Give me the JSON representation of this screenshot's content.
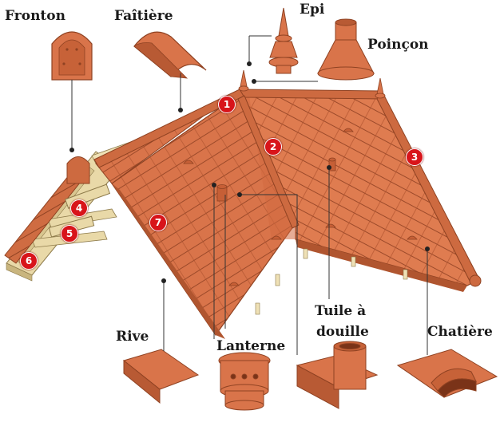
{
  "colors": {
    "tile": "#d9744a",
    "tile_dark": "#b85a34",
    "tile_light": "#e8936a",
    "wood": "#e9d9a8",
    "marker": "#d8141a",
    "leader": "#333333"
  },
  "labels": {
    "fronton": "Fronton",
    "faitiere": "Faîtière",
    "epi": "Epi",
    "poincon": "Poinçon",
    "rive": "Rive",
    "lanterne": "Lanterne",
    "tuile_a_douille_line1": "Tuile à",
    "tuile_a_douille_line2": "douille",
    "chatiere": "Chatière"
  },
  "markers": [
    "1",
    "2",
    "3",
    "4",
    "5",
    "6",
    "7"
  ]
}
